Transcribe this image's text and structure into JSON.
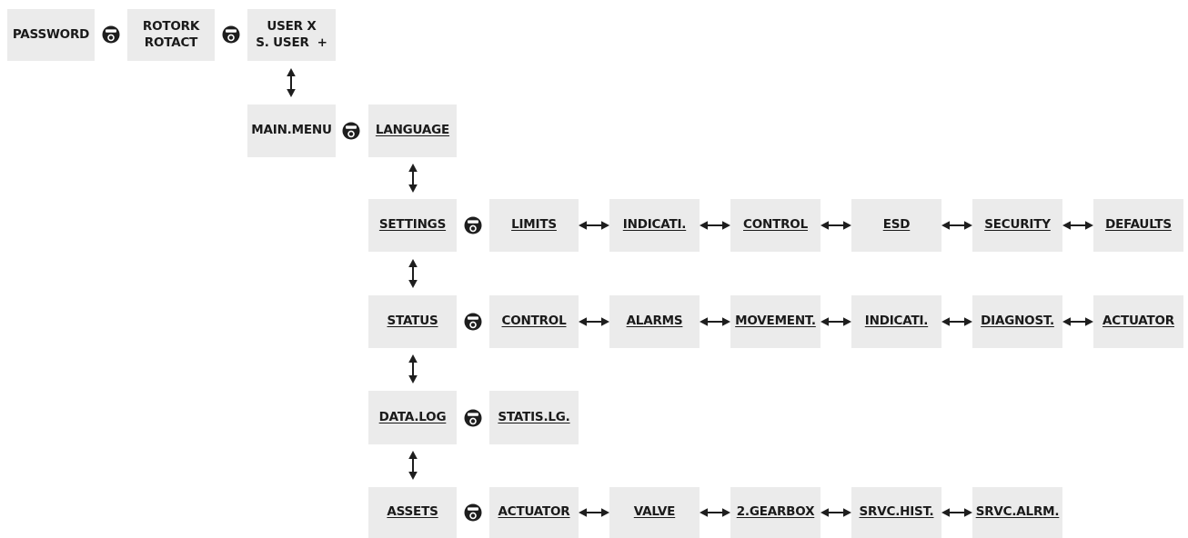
{
  "row0": {
    "password": "PASSWORD",
    "rotork": [
      "ROTORK",
      "ROTACT"
    ],
    "user": [
      "USER X",
      "S. USER  +"
    ]
  },
  "main": {
    "menu": "MAIN.MENU",
    "language": "LANGUAGE"
  },
  "settings": {
    "title": "SETTINGS",
    "items": [
      "LIMITS",
      "INDICATI.",
      "CONTROL",
      "ESD",
      "SECURITY",
      "DEFAULTS"
    ]
  },
  "status": {
    "title": "STATUS",
    "items": [
      "CONTROL",
      "ALARMS",
      "MOVEMENT.",
      "INDICATI.",
      "DIAGNOST.",
      "ACTUATOR"
    ]
  },
  "datalog": {
    "title": "DATA.LOG",
    "items": [
      "STATIS.LG."
    ]
  },
  "assets": {
    "title": "ASSETS",
    "items": [
      "ACTUATOR",
      "VALVE",
      "2.GEARBOX",
      "SRVC.HIST.",
      "SRVC.ALRM."
    ]
  }
}
